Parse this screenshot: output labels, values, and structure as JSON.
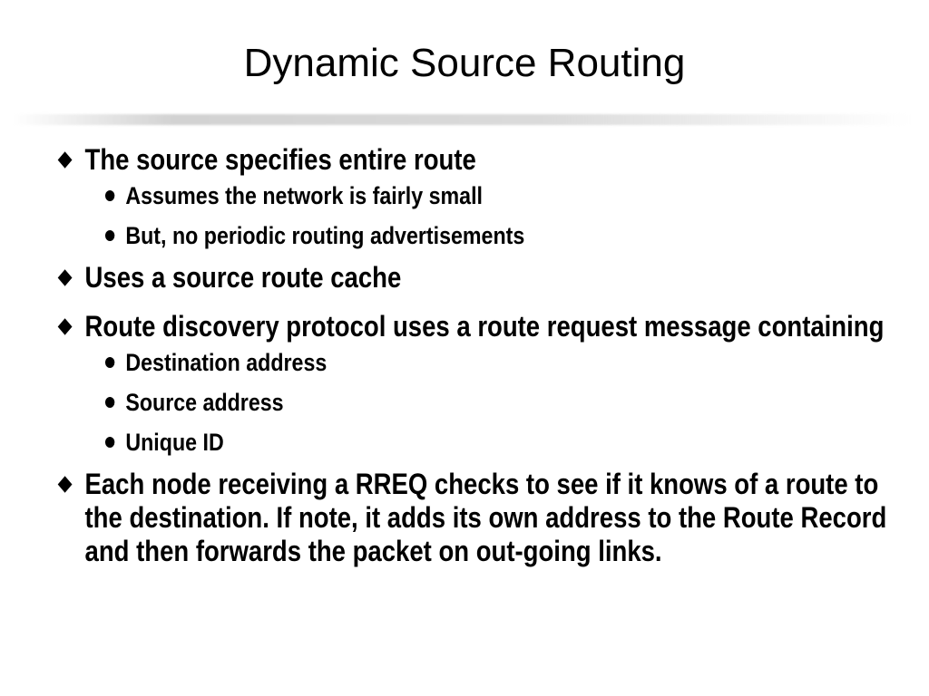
{
  "slide": {
    "title": "Dynamic Source Routing",
    "bullets": [
      {
        "text": "The source specifies entire route",
        "sub": [
          "Assumes the network is fairly small",
          "But, no periodic routing advertisements"
        ]
      },
      {
        "text": "Uses a source route cache",
        "sub": []
      },
      {
        "text": "Route discovery protocol uses a route request message containing",
        "sub": [
          "Destination address",
          "Source address",
          "Unique ID"
        ]
      },
      {
        "text": "Each node receiving a RREQ checks to see if it knows of a route to the destination. If note, it adds its own address to the Route Record and then forwards the packet on out-going links.",
        "sub": []
      }
    ]
  },
  "icons": {
    "level1_bullet": "diamond-bullet-icon",
    "level2_bullet": "dot-bullet-icon"
  }
}
